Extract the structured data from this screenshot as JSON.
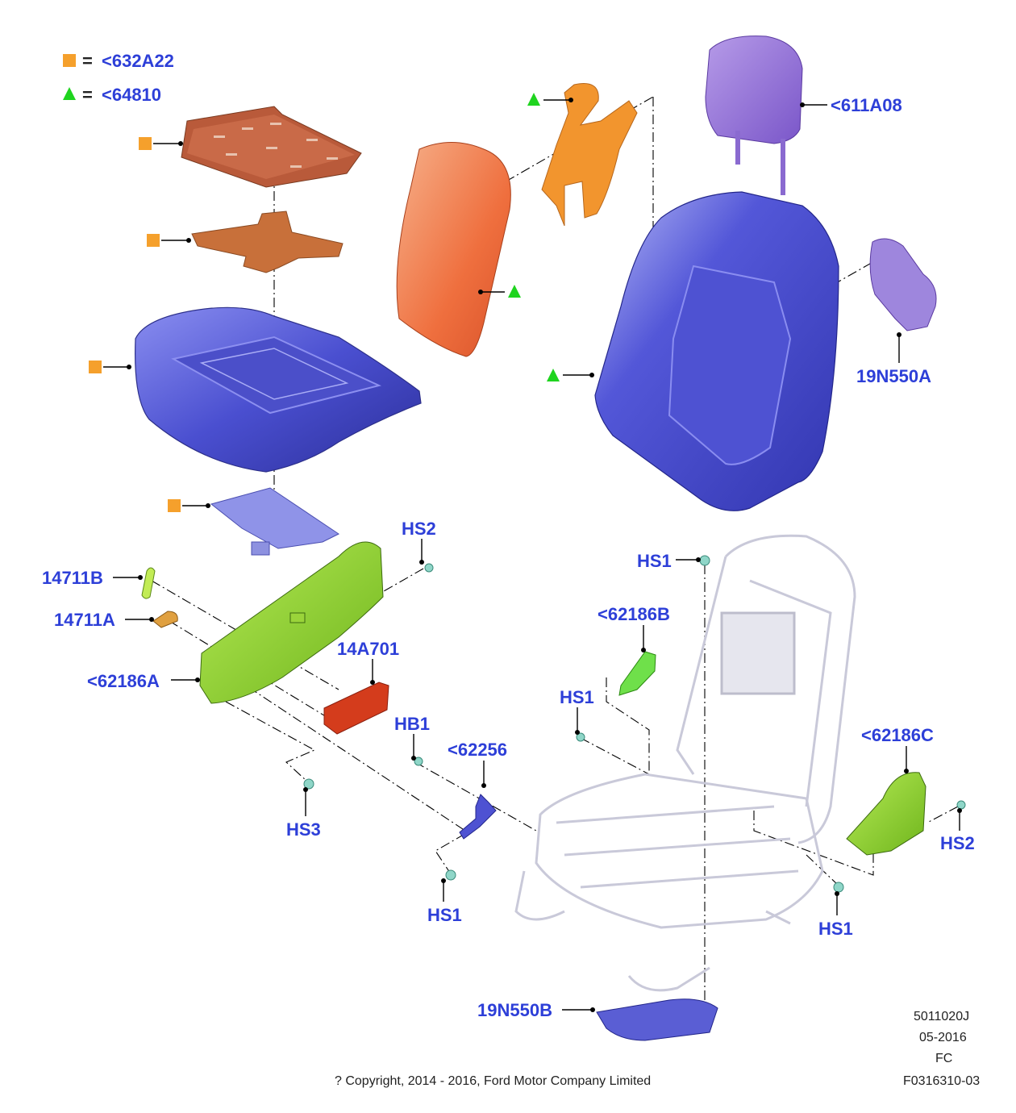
{
  "legend": {
    "items": [
      {
        "symbol": "square",
        "color": "#f5a02c",
        "text": "<632A22"
      },
      {
        "symbol": "triangle",
        "color": "#1fd41f",
        "text": "<64810"
      }
    ],
    "equals": "="
  },
  "labels": {
    "headrest": "<611A08",
    "lumbar_back": "19N550A",
    "hs2_top": "HS2",
    "knob_b": "14711B",
    "knob_a": "14711A",
    "shield_a": "<62186A",
    "module": "14A701",
    "hs1_top": "HS1",
    "shield_b": "<62186B",
    "hs1_mid": "HS1",
    "hb1": "HB1",
    "bracket": "<62256",
    "hs3": "HS3",
    "hs1_bottom": "HS1",
    "shield_c": "<62186C",
    "hs2_right": "HS2",
    "hs1_right": "HS1",
    "lumbar_bottom": "19N550B"
  },
  "footer": {
    "code": "5011020J",
    "date": "05-2016",
    "region": "FC",
    "figure": "F0316310-03",
    "copyright": "? Copyright, 2014 - 2016, Ford Motor Company Limited"
  },
  "colors": {
    "label_blue": "#2d3fd8",
    "square_orange": "#f5a02c",
    "triangle_green": "#1fd41f",
    "foam_purple": "#5a5fd6",
    "shield_green": "#8fd42a",
    "pad_brown": "#c8703a",
    "module_red": "#d43c1c",
    "frame_grey": "#d9d9e6"
  }
}
